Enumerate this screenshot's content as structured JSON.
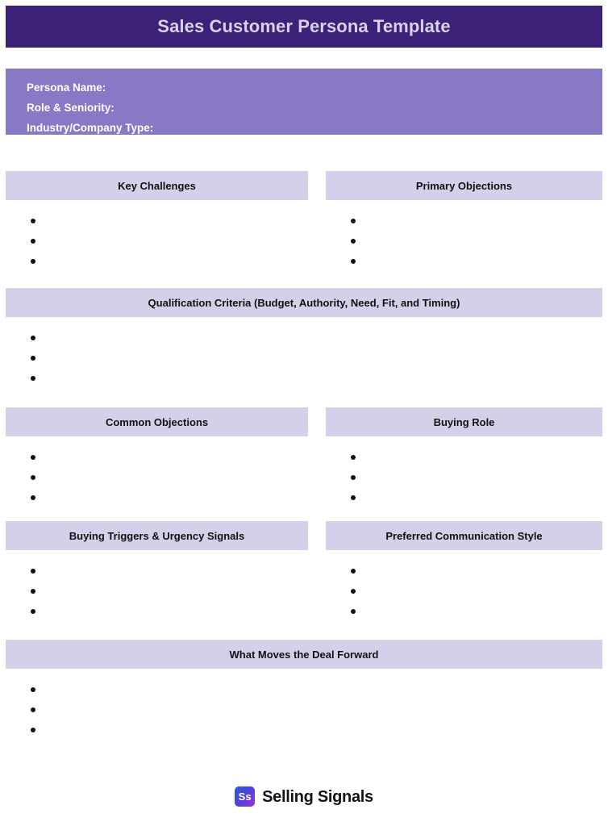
{
  "document": {
    "title": "Sales Customer Persona Template",
    "accent_dark": "#3b2178",
    "accent_medium": "#8878c5",
    "accent_light": "#d6cfe9",
    "title_text_color": "#d9d2ec"
  },
  "persona": {
    "fields": [
      {
        "label": "Persona Name:"
      },
      {
        "label": "Role & Seniority:"
      },
      {
        "label": "Industry/Company Type:"
      }
    ]
  },
  "sections": [
    {
      "id": "key-challenges",
      "title": "Key Challenges",
      "column": "left",
      "bullets": [
        "",
        "",
        ""
      ]
    },
    {
      "id": "primary-objections",
      "title": "Primary Objections",
      "column": "right",
      "bullets": [
        "",
        "",
        ""
      ]
    },
    {
      "id": "qualification-criteria",
      "title": "Qualification Criteria (Budget, Authority, Need, Fit, and Timing)",
      "column": "full",
      "bullets": [
        "",
        "",
        ""
      ]
    },
    {
      "id": "common-objections",
      "title": "Common Objections",
      "column": "left",
      "bullets": [
        "",
        "",
        ""
      ]
    },
    {
      "id": "buying-role",
      "title": "Buying Role",
      "column": "right",
      "bullets": [
        "",
        "",
        ""
      ]
    },
    {
      "id": "buying-triggers",
      "title": "Buying Triggers & Urgency Signals",
      "column": "left",
      "bullets": [
        "",
        "",
        ""
      ]
    },
    {
      "id": "preferred-communication-style",
      "title": "Preferred Communication Style",
      "column": "right",
      "bullets": [
        "",
        "",
        ""
      ]
    },
    {
      "id": "what-moves-the-deal-forward",
      "title": "What Moves the Deal Forward",
      "column": "full",
      "bullets": [
        "",
        "",
        ""
      ]
    }
  ],
  "footer": {
    "logo_mark_text": "Ss",
    "brand_name": "Selling Signals",
    "logo_gradient_from": "#2f5ce0",
    "logo_gradient_to": "#9b34d6"
  }
}
